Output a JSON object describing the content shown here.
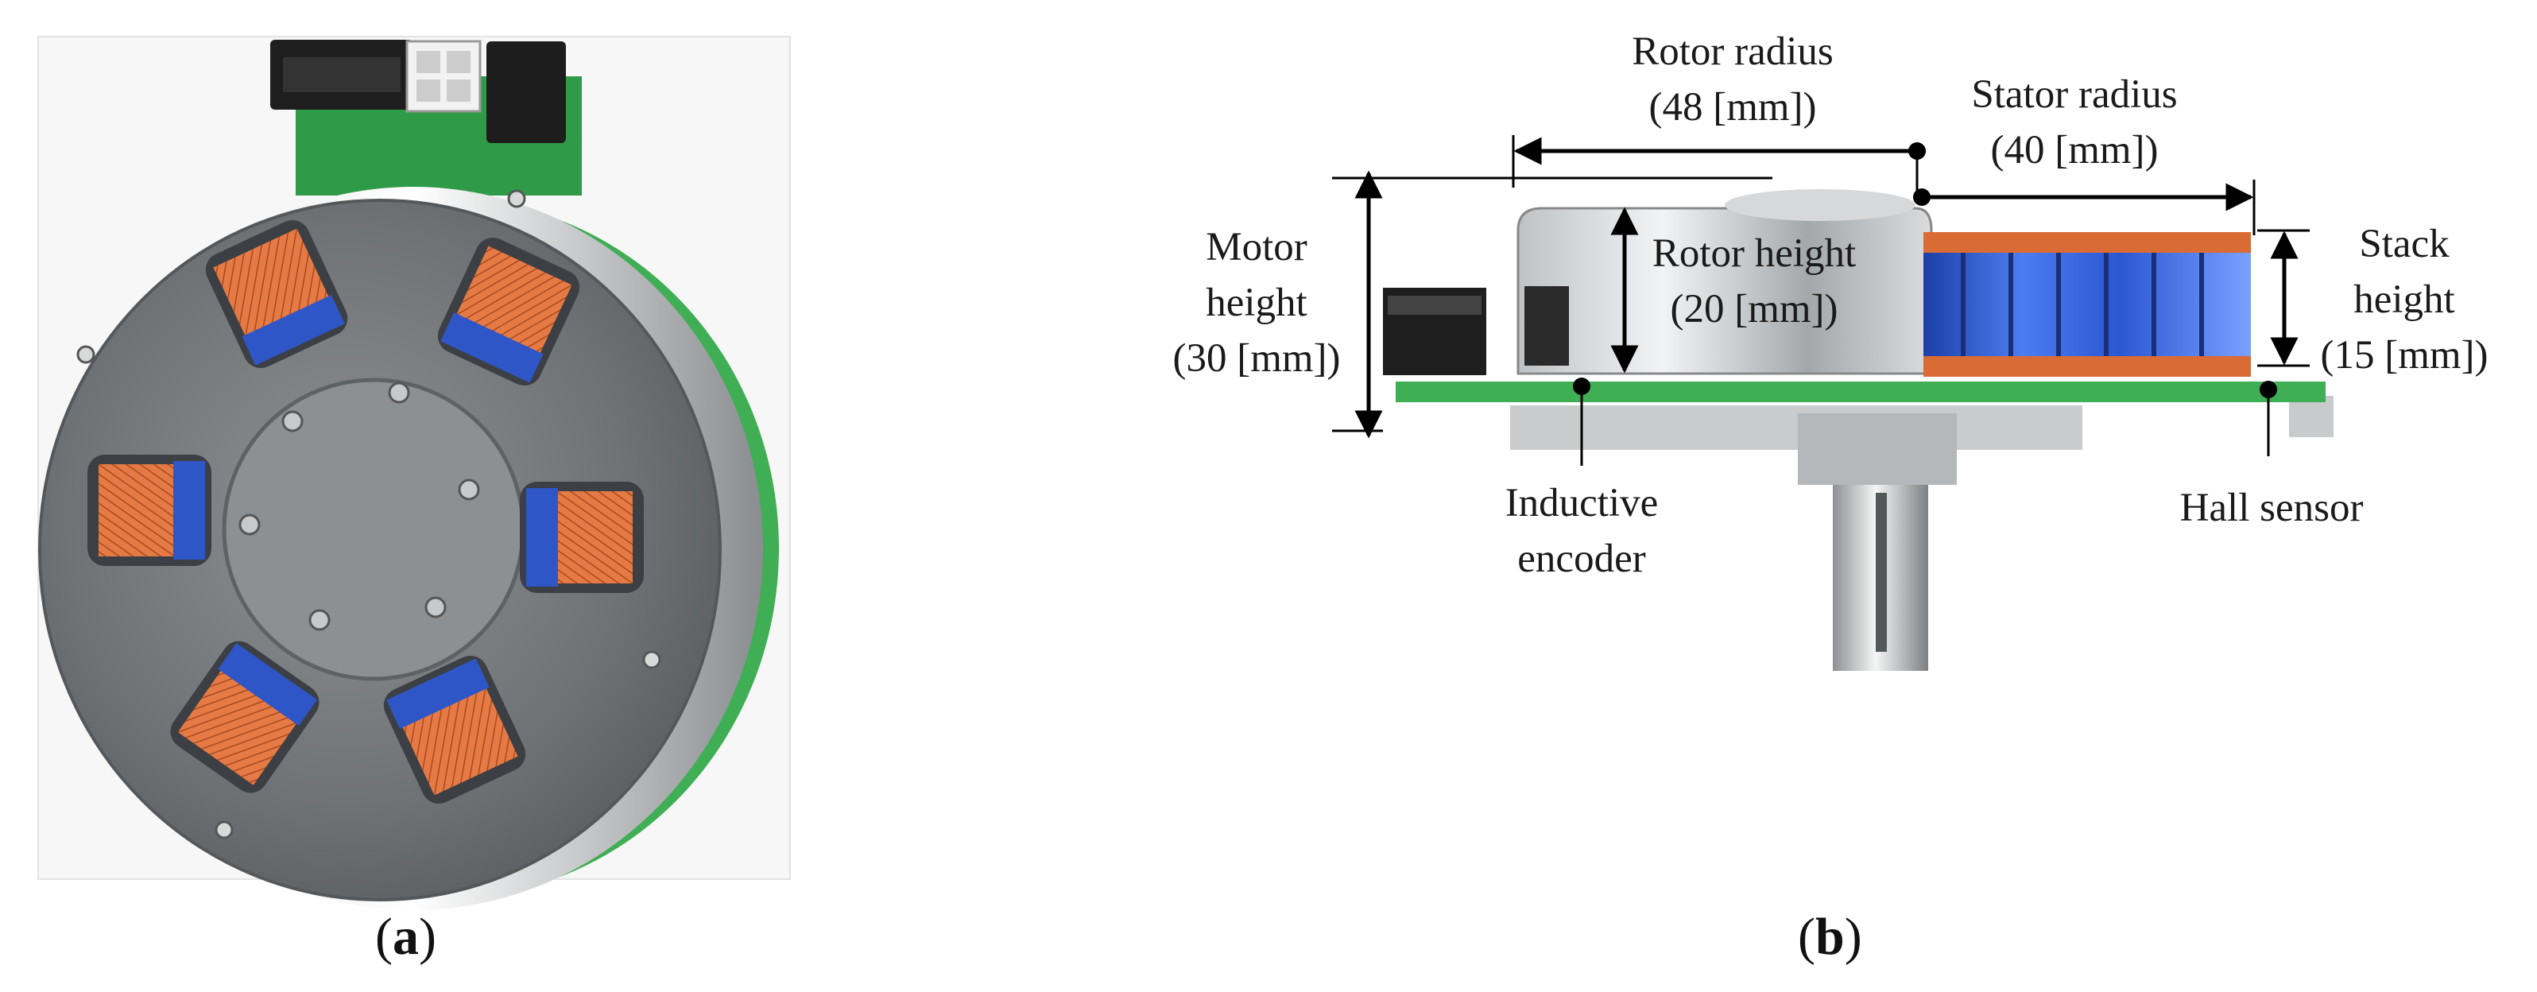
{
  "panels": [
    {
      "id": "a",
      "caption_open": "(",
      "caption_letter": "a",
      "caption_close": ")"
    },
    {
      "id": "b",
      "caption_open": "(",
      "caption_letter": "b",
      "caption_close": ")"
    }
  ],
  "annotations": {
    "rotor_radius": {
      "line1": "Rotor radius",
      "line2": "(48 [mm])"
    },
    "stator_radius": {
      "line1": "Stator radius",
      "line2": "(40 [mm])"
    },
    "motor_height": {
      "line1": "Motor",
      "line2": "height",
      "line3": "(30 [mm])"
    },
    "rotor_height": {
      "line1": "Rotor height",
      "line2": "(20 [mm])"
    },
    "stack_height": {
      "line1": "Stack",
      "line2": "height",
      "line3": "(15 [mm])"
    },
    "inductive_encoder": {
      "line1": "Inductive",
      "line2": "encoder"
    },
    "hall_sensor": {
      "line1": "Hall sensor"
    }
  },
  "colors": {
    "pcb_green": "#3fae54",
    "copper": "#e0703a",
    "stator_blue": "#2f5fd8",
    "steel": "#a9acaf",
    "dark_steel": "#6d7073"
  }
}
